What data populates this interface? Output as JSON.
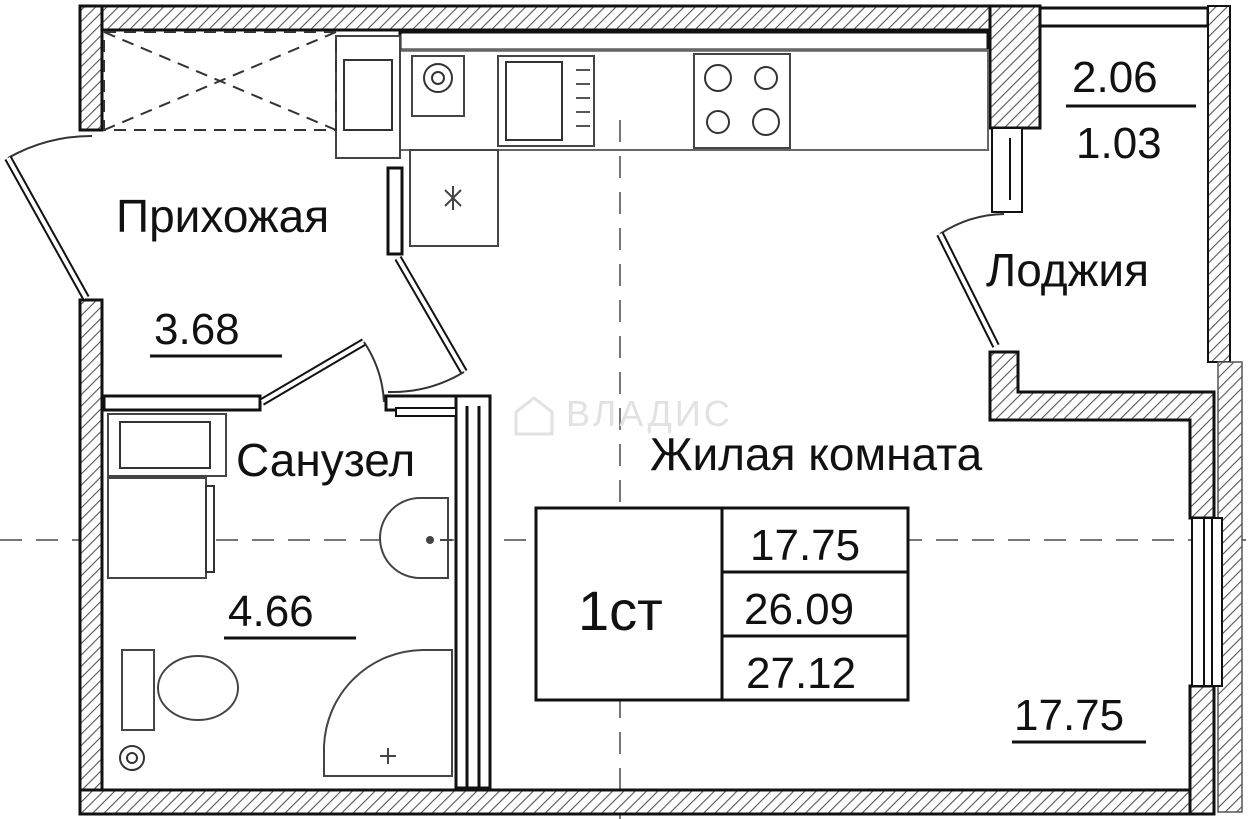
{
  "watermark": "ВЛАДИС",
  "rooms": {
    "hallway": {
      "name": "Прихожая",
      "area": "3.68"
    },
    "bathroom": {
      "name": "Санузел",
      "area": "4.66"
    },
    "living": {
      "name": "Жилая комната",
      "area": "17.75"
    },
    "loggia": {
      "name": "Лоджия",
      "area_full": "2.06",
      "area_reduced": "1.03"
    }
  },
  "summary": {
    "type": "1ст",
    "living_area": "17.75",
    "total_area": "26.09",
    "total_with_loggia": "27.12"
  }
}
